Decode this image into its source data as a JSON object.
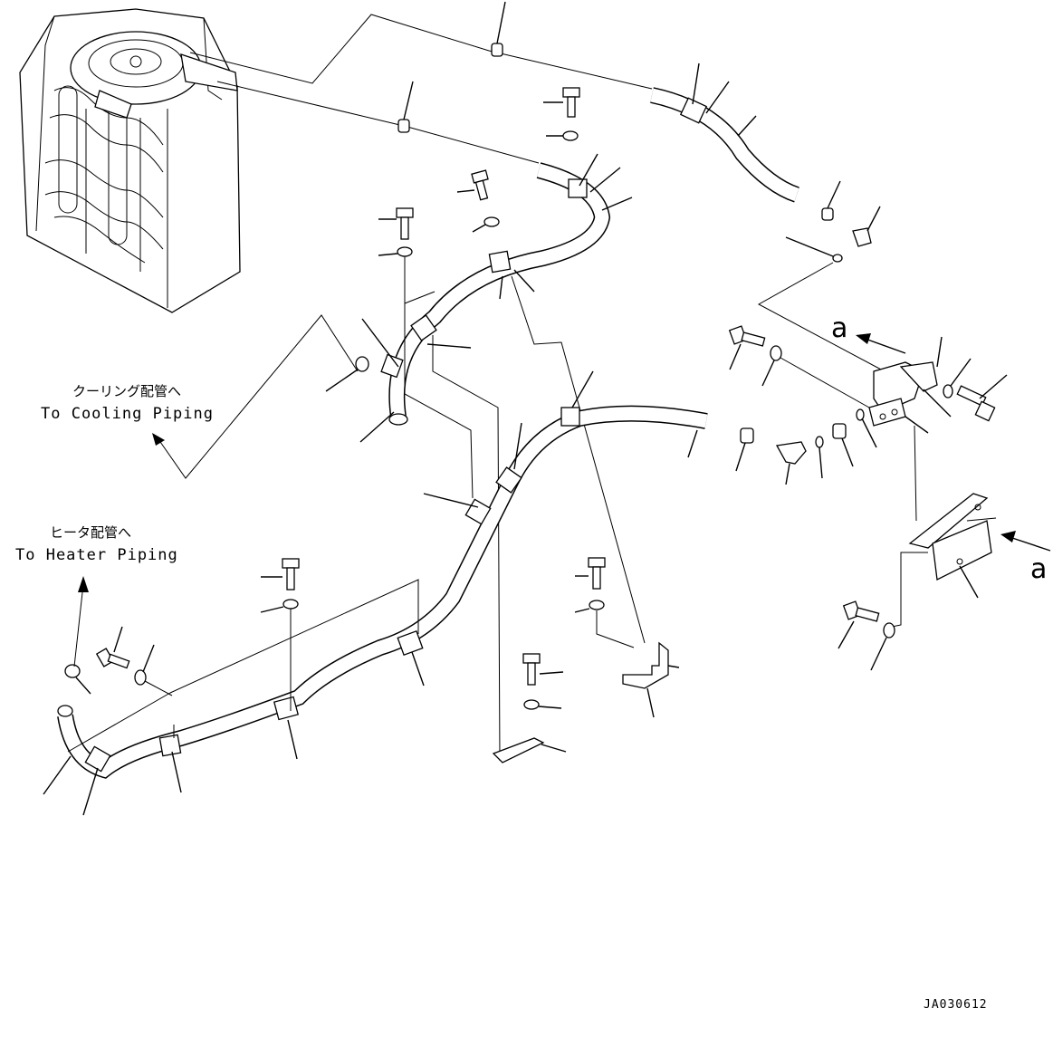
{
  "labels": {
    "cooling_jp": "クーリング配管へ",
    "cooling_en": "To Cooling Piping",
    "heater_jp": "ヒータ配管へ",
    "heater_en": "To Heater Piping",
    "view_a_1": "a",
    "view_a_2": "a",
    "drawing_code": "JA030612"
  },
  "icons": [
    "heater-core",
    "hose",
    "hose-clamp",
    "bolt",
    "washer",
    "clip",
    "bracket",
    "valve",
    "elbow-fitting",
    "o-ring",
    "arrow"
  ]
}
